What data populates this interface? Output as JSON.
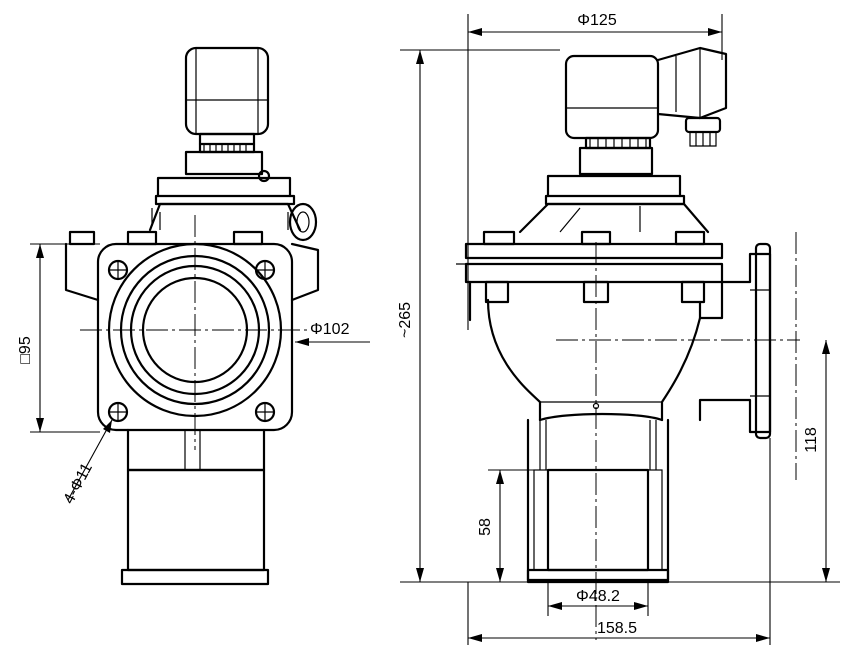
{
  "drawing": {
    "dimensions": {
      "flange_square": "□95",
      "inlet_diameter": "Φ102",
      "bolt_holes": "4-Φ11",
      "top_diameter": "Φ125",
      "overall_height": "~265",
      "outlet_offset": "118",
      "pipe_length": "58",
      "pipe_diameter": "Φ48.2",
      "overall_width": "158.5"
    }
  }
}
